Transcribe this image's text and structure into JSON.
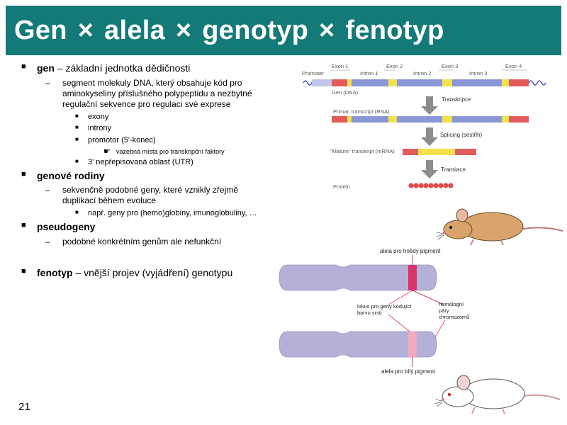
{
  "title": {
    "part1": "Gen",
    "part2": "alela",
    "part3": "genotyp",
    "part4": "fenotyp",
    "sep": "×"
  },
  "bullets": {
    "gen_term": "gen",
    "gen_def": " – základní jednotka dědičnosti",
    "gen_sub": "segment molekuly DNA, který obsahuje kód pro aminokyseliny příslušného polypeptidu a nezbytné regulační sekvence pro regulaci své exprese",
    "exony": "exony",
    "introny": "introny",
    "promotor": "promotor (5'-konec)",
    "vazebna": "vazebná místa pro transkripční faktory",
    "utr": "3' nepřepisovaná oblast (UTR)",
    "rodiny": "genové rodiny",
    "rodiny_sub": "sekvenčně podobné geny, které vznikly zřejmě duplikací během evoluce",
    "rodiny_ex": "např. geny pro (hemo)globiny, imunoglobuliny, …",
    "pseudo": "pseudogeny",
    "pseudo_sub": "podobné konkrétním genům ale nefunkční",
    "fenotyp_term": "fenotyp",
    "fenotyp_def": " – vnější projev (vyjádření) genotypu"
  },
  "gene_diagram": {
    "promoter": "Promoter",
    "exon1": "Exon 1",
    "intron1": "Intron 1",
    "exon2": "Exon 2",
    "intron2": "Intron 2",
    "exon3": "Exon 3",
    "intron3": "Intron 3",
    "exon4": "Exon 4",
    "gen_dna": "Gen  (DNA)",
    "transkripce": "Transkripce",
    "primary": "Primar. transcript (RNA)",
    "splicing": "Splicing (sestřih)",
    "mature": "\"Mature\" transkript (mRNA)",
    "translace": "Translace",
    "protein": "Protein"
  },
  "chromosome_diagram": {
    "brown_allele": "alela pro hnědý pigment",
    "locus_line1": "lokus pro geny kódující",
    "locus_line2": "barvu srsti",
    "homolog_line1": "homologní",
    "homolog_line2": "páry",
    "homolog_line3": "chromozomů",
    "white_allele": "alela pro bílý pigment"
  },
  "colors": {
    "title_bg": "#137a78",
    "dna_blue": "#8a97d6",
    "exon_red": "#e35a5a",
    "exon_yellow": "#f1e24d",
    "chrom_purple": "#b5b0d8",
    "band_magenta": "#d9336b",
    "band_pink": "#f2a9bd"
  },
  "slide_number": "21"
}
